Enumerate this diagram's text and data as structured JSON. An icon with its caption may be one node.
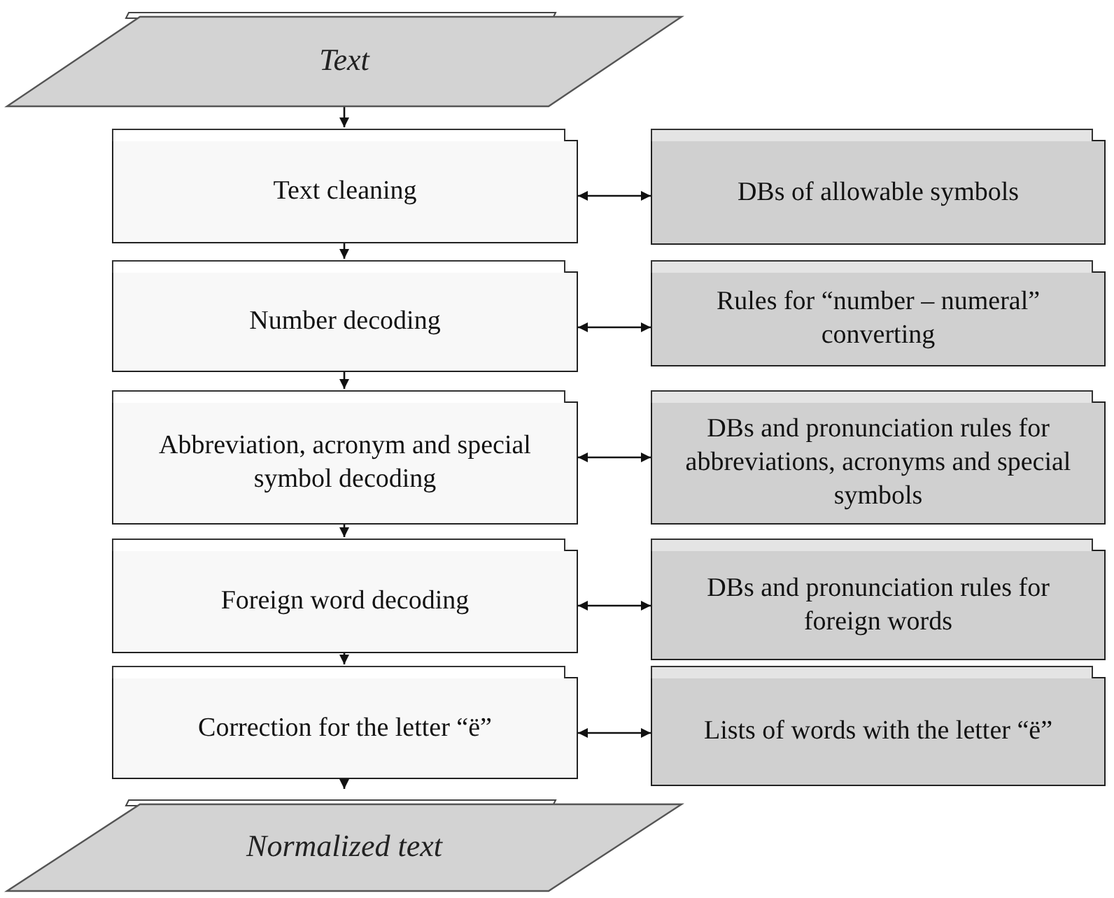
{
  "diagram": {
    "nodes": [
      {
        "text": [
          "Text"
        ]
      },
      {
        "text": [
          "Text cleaning"
        ]
      },
      {
        "text": [
          "DBs of allowable symbols"
        ]
      },
      {
        "text": [
          "Number decoding"
        ]
      },
      {
        "text": [
          "Rules for “number – numeral” converting"
        ]
      },
      {
        "text": [
          "Abbreviation, acronym and special symbol decoding"
        ]
      },
      {
        "text": [
          "DBs and pronunciation rules for abbreviations, acronyms and special symbols"
        ]
      },
      {
        "text": [
          "Foreign word decoding"
        ]
      },
      {
        "text": [
          "DBs and pronunciation rules for foreign words"
        ]
      },
      {
        "text": [
          "Correction for the letter “ë”"
        ]
      },
      {
        "text": [
          "Lists of words with the letter “ë”"
        ]
      },
      {
        "text": [
          "Normalized text"
        ]
      }
    ],
    "edges": [
      {
        "from": 0,
        "to": 1,
        "arrow": "to"
      },
      {
        "from": 1,
        "to": 2,
        "arrow": "both"
      },
      {
        "from": 1,
        "to": 3,
        "arrow": "to"
      },
      {
        "from": 3,
        "to": 4,
        "arrow": "both"
      },
      {
        "from": 3,
        "to": 5,
        "arrow": "to"
      },
      {
        "from": 5,
        "to": 6,
        "arrow": "both"
      },
      {
        "from": 5,
        "to": 7,
        "arrow": "to"
      },
      {
        "from": 7,
        "to": 8,
        "arrow": "both"
      },
      {
        "from": 7,
        "to": 9,
        "arrow": "to"
      },
      {
        "from": 9,
        "to": 10,
        "arrow": "both"
      },
      {
        "from": 9,
        "to": 11,
        "arrow": "to"
      }
    ]
  }
}
